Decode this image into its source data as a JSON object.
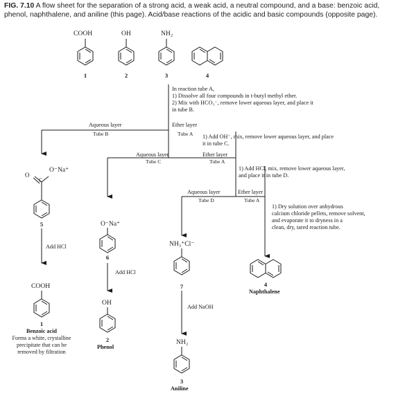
{
  "caption": {
    "figure": "FIG. 7.10",
    "text": "A flow sheet for the separation of a strong acid, a weak acid, a neutral compound, and a base: benzoic acid, phenol, naphthalene, and aniline (this page). Acid/base reactions of the acidic and basic compounds (opposite page)."
  },
  "top": {
    "labels": [
      "COOH",
      "OH",
      "NH₂"
    ],
    "numbers": [
      "1",
      "2",
      "3",
      "4"
    ]
  },
  "step1": {
    "title": "In reaction tube A,",
    "line1": "1) Dissolve all four compounds in t-butyl methyl ether.",
    "line2": "2) Mix with HCO₃⁻, remove lower aqueous layer, and place it",
    "line3": "in tube B."
  },
  "split1": {
    "aqueous": "Aqueous layer",
    "aqueous_tube": "Tube B",
    "ether": "Ether layer",
    "ether_tube": "Tube A"
  },
  "step2": {
    "line1": "1) Add OH⁻, mix, remove lower aqueous layer, and place",
    "line2": "it in tube C."
  },
  "split2": {
    "aqueous": "Aqueous layer",
    "aqueous_tube": "Tube C",
    "ether": "Ether layer",
    "ether_tube": "Tube A"
  },
  "step3": {
    "line1": "1) Add HCl, mix, remove lower aqueous layer,",
    "line2": "and place it in tube D."
  },
  "split3": {
    "aqueous": "Aqueous layer",
    "aqueous_tube": "Tube D",
    "ether": "Ether layer",
    "ether_tube": "Tube A"
  },
  "step4": {
    "line1": "1) Dry solution over anhydrous",
    "line2": "calcium chloride pellets, remove solvent,",
    "line3": "and evaporate it to dryness in a",
    "line4": "clean, dry, tared reaction tube."
  },
  "compound5": {
    "label": "O⁻Na⁺",
    "number": "5"
  },
  "compound6": {
    "label": "O⁻Na⁺",
    "number": "6"
  },
  "compound7": {
    "label": "NH₃⁺Cl⁻",
    "number": "7"
  },
  "compound4": {
    "number": "4",
    "name": "Naphthalene"
  },
  "reagents": {
    "add_hcl_1": "Add HCl",
    "add_hcl_2": "Add HCl",
    "add_naoh": "Add NaOH"
  },
  "product1": {
    "label": "COOH",
    "number": "1",
    "name": "Benzoic acid",
    "note1": "Forms a white, crystalline",
    "note2": "precipitate that can be",
    "note3": "removed by filtration"
  },
  "product2": {
    "label": "OH",
    "number": "2",
    "name": "Phenol"
  },
  "product3": {
    "label": "NH₂",
    "number": "3",
    "name": "Aniline"
  }
}
